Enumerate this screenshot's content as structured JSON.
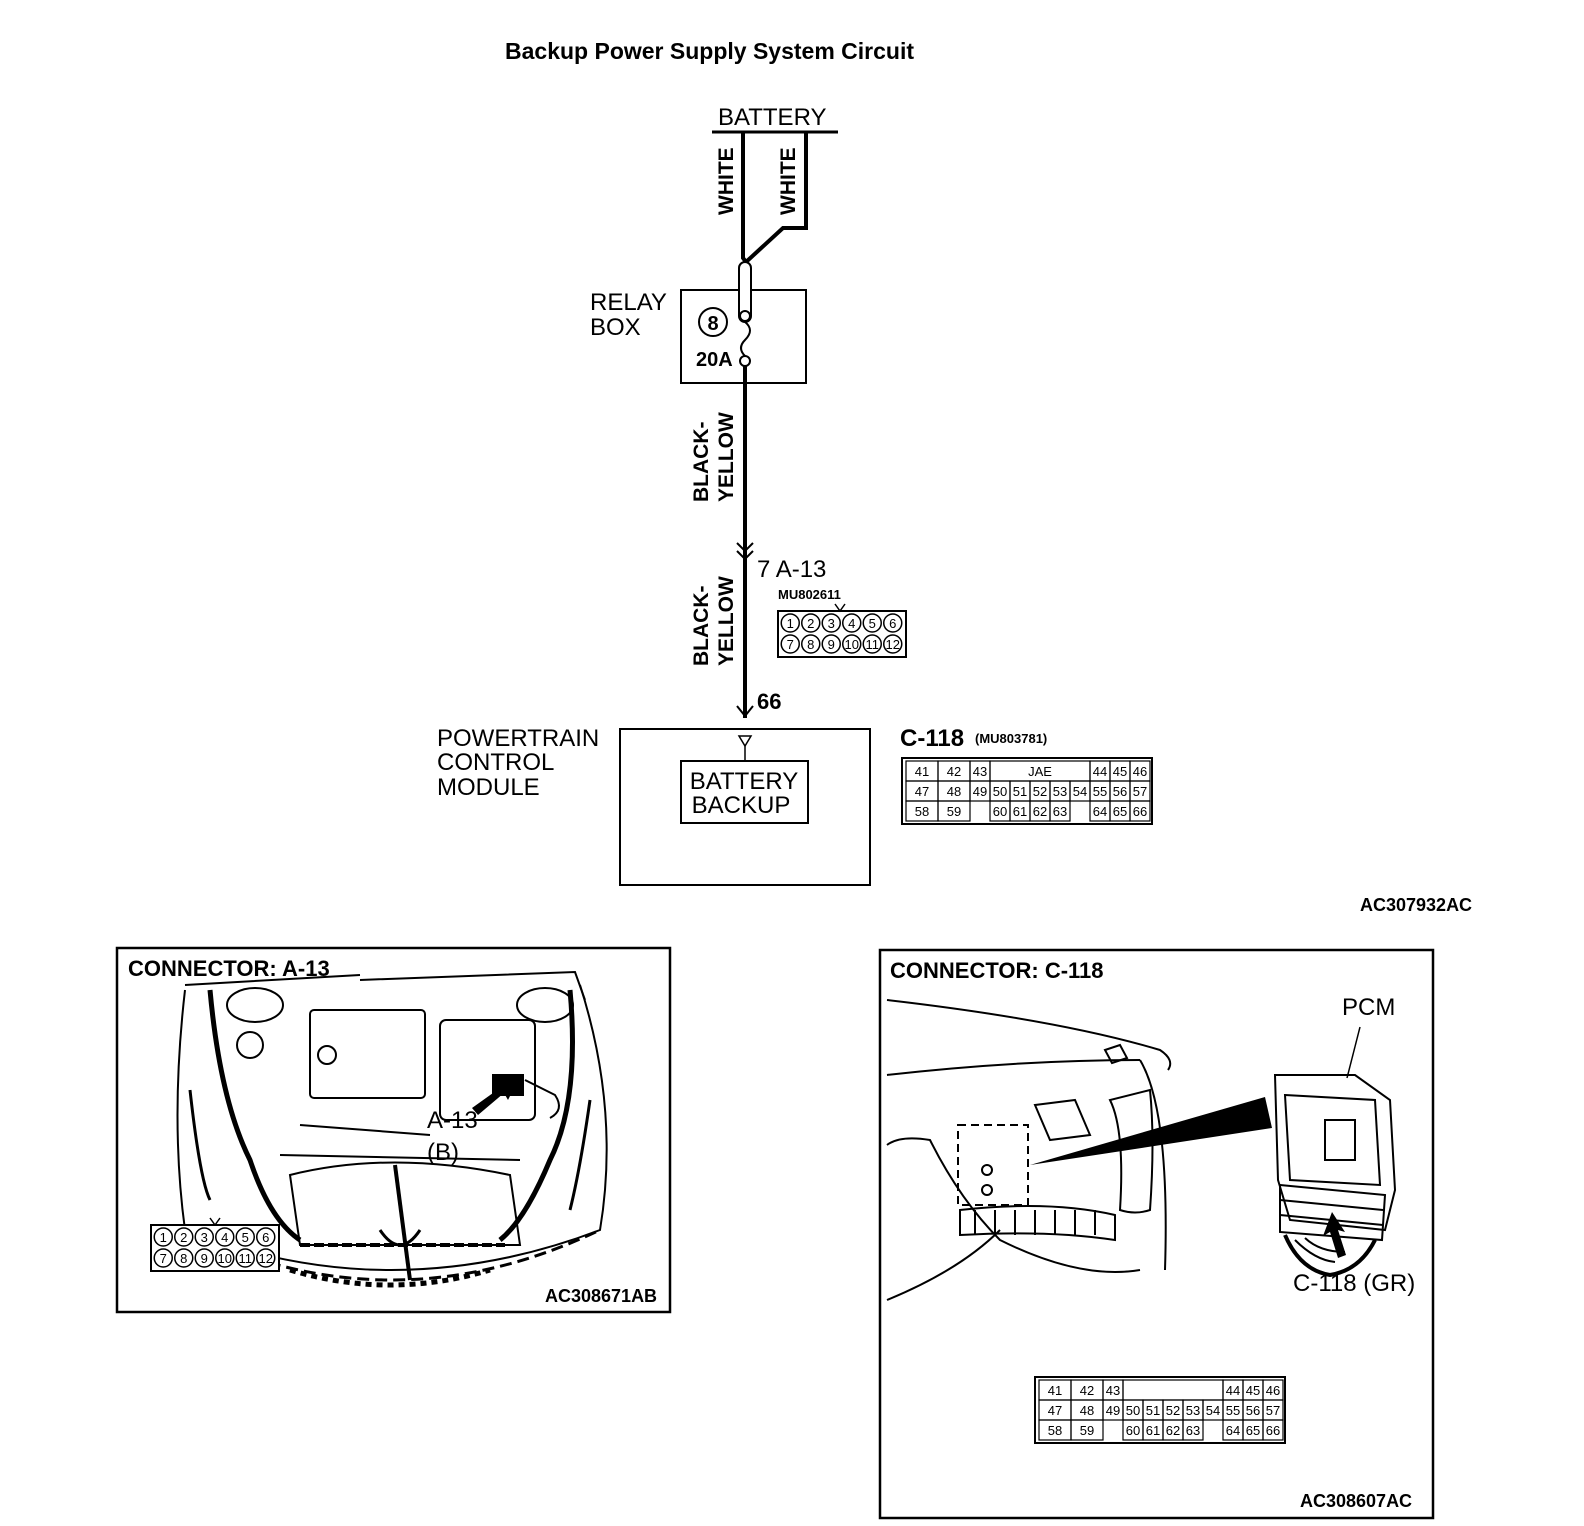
{
  "title": "Backup Power Supply System Circuit",
  "battery": {
    "label": "BATTERY",
    "wire_left": "WHITE",
    "wire_right": "WHITE"
  },
  "relay_box": {
    "label_line1": "RELAY",
    "label_line2": "BOX",
    "fuse_number": "8",
    "fuse_rating": "20A"
  },
  "wire_upper": {
    "line1": "BLACK-",
    "line2": "YELLOW"
  },
  "wire_lower": {
    "line1": "BLACK-",
    "line2": "YELLOW"
  },
  "connector_a13": {
    "pin_label": "7 A-13",
    "part_number": "MU802611",
    "pins_row1": [
      "1",
      "2",
      "3",
      "4",
      "5",
      "6"
    ],
    "pins_row2": [
      "7",
      "8",
      "9",
      "10",
      "11",
      "12"
    ]
  },
  "pcm_pin": "66",
  "pcm": {
    "label_line1": "POWERTRAIN",
    "label_line2": "CONTROL",
    "label_line3": "MODULE",
    "inner_line1": "BATTERY",
    "inner_line2": "BACKUP"
  },
  "connector_c118": {
    "name": "C-118",
    "part_number": "(MU803781)",
    "maker": "JAE",
    "row1_left": [
      "41",
      "42",
      "43"
    ],
    "row1_right": [
      "44",
      "45",
      "46"
    ],
    "row2": [
      "47",
      "48",
      "49",
      "50",
      "51",
      "52",
      "53",
      "54",
      "55",
      "56",
      "57"
    ],
    "row3_left": [
      "58",
      "59"
    ],
    "row3_mid": [
      "60",
      "61",
      "62",
      "63"
    ],
    "row3_right": [
      "64",
      "65",
      "66"
    ]
  },
  "diagram_code": "AC307932AC",
  "panel_a13": {
    "title": "CONNECTOR: A-13",
    "callout_line1": "A-13",
    "callout_line2": "(B)",
    "code": "AC308671AB",
    "pins_row1": [
      "1",
      "2",
      "3",
      "4",
      "5",
      "6"
    ],
    "pins_row2": [
      "7",
      "8",
      "9",
      "10",
      "11",
      "12"
    ]
  },
  "panel_c118": {
    "title": "CONNECTOR: C-118",
    "pcm_label": "PCM",
    "connector_label": "C-118 (GR)",
    "code": "AC308607AC",
    "row1_left": [
      "41",
      "42",
      "43"
    ],
    "row1_right": [
      "44",
      "45",
      "46"
    ],
    "row2": [
      "47",
      "48",
      "49",
      "50",
      "51",
      "52",
      "53",
      "54",
      "55",
      "56",
      "57"
    ],
    "row3_left": [
      "58",
      "59"
    ],
    "row3_mid": [
      "60",
      "61",
      "62",
      "63"
    ],
    "row3_right": [
      "64",
      "65",
      "66"
    ]
  }
}
